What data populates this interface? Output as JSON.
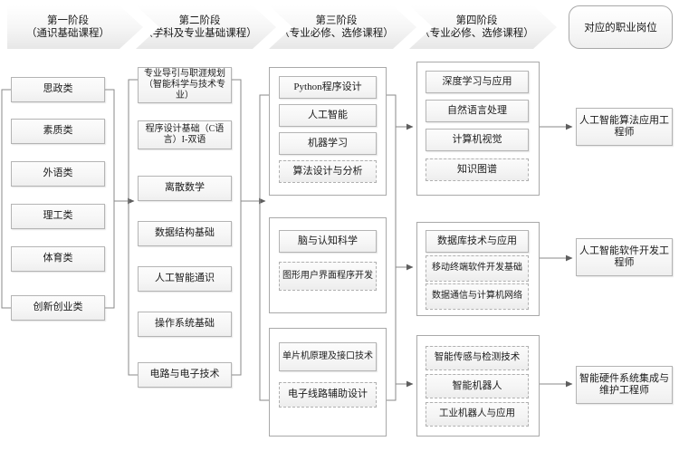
{
  "header": {
    "stages": [
      {
        "title": "第一阶段",
        "subtitle": "（通识基础课程）"
      },
      {
        "title": "第二阶段",
        "subtitle": "（学科及专业基础课程）"
      },
      {
        "title": "第三阶段",
        "subtitle": "（专业必修、选修课程）"
      },
      {
        "title": "第四阶段",
        "subtitle": "（专业必修、选修课程）"
      }
    ],
    "career_header": "对应的职业岗位"
  },
  "stage1": {
    "courses": [
      {
        "label": "思政类",
        "style": "solid"
      },
      {
        "label": "素质类",
        "style": "solid"
      },
      {
        "label": "外语类",
        "style": "solid"
      },
      {
        "label": "理工类",
        "style": "solid"
      },
      {
        "label": "体育类",
        "style": "solid"
      },
      {
        "label": "创新创业类",
        "style": "solid"
      }
    ]
  },
  "stage2": {
    "courses": [
      {
        "label": "专业导引与职涯规划（智能科学与技术专业）",
        "style": "solid"
      },
      {
        "label": "程序设计基础（C语言）I-双语",
        "style": "solid"
      },
      {
        "label": "离散数学",
        "style": "solid"
      },
      {
        "label": "数据结构基础",
        "style": "solid"
      },
      {
        "label": "人工智能通识",
        "style": "solid"
      },
      {
        "label": "操作系统基础",
        "style": "solid"
      },
      {
        "label": "电路与电子技术",
        "style": "solid"
      }
    ]
  },
  "stage3": {
    "groups": [
      {
        "name": "algorithm-track",
        "courses": [
          {
            "label": "Python程序设计",
            "style": "solid"
          },
          {
            "label": "人工智能",
            "style": "solid"
          },
          {
            "label": "机器学习",
            "style": "solid"
          },
          {
            "label": "算法设计与分析",
            "style": "dashed"
          }
        ]
      },
      {
        "name": "software-track",
        "courses": [
          {
            "label": "脑与认知科学",
            "style": "solid"
          },
          {
            "label": "图形用户界面程序开发",
            "style": "dashed"
          }
        ]
      },
      {
        "name": "hardware-track",
        "courses": [
          {
            "label": "单片机原理及接口技术",
            "style": "solid"
          },
          {
            "label": "电子线路辅助设计",
            "style": "dashed"
          }
        ]
      }
    ]
  },
  "stage4": {
    "groups": [
      {
        "name": "algorithm-track",
        "courses": [
          {
            "label": "深度学习与应用",
            "style": "solid"
          },
          {
            "label": "自然语言处理",
            "style": "solid"
          },
          {
            "label": "计算机视觉",
            "style": "solid"
          },
          {
            "label": "知识图谱",
            "style": "dashed"
          }
        ]
      },
      {
        "name": "software-track",
        "courses": [
          {
            "label": "数据库技术与应用",
            "style": "solid"
          },
          {
            "label": "移动终端软件开发基础",
            "style": "dashed"
          },
          {
            "label": "数据通信与计算机网络",
            "style": "dashed"
          }
        ]
      },
      {
        "name": "hardware-track",
        "courses": [
          {
            "label": "智能传感与检测技术",
            "style": "dashed"
          },
          {
            "label": "智能机器人",
            "style": "dashed"
          },
          {
            "label": "工业机器人与应用",
            "style": "dashed"
          }
        ]
      }
    ]
  },
  "careers": {
    "items": [
      {
        "label": "人工智能算法应用工程师"
      },
      {
        "label": "人工智能软件开发工程师"
      },
      {
        "label": "智能硬件系统集成与维护工程师"
      }
    ]
  },
  "colors": {
    "box_border": "#b4b4b4",
    "dashed_border": "#b0b0b0",
    "group_border": "#a9a9a9",
    "connector": "#7a7a7a",
    "arrowhead": "#5e5e5e",
    "text": "#1b1b1b"
  }
}
